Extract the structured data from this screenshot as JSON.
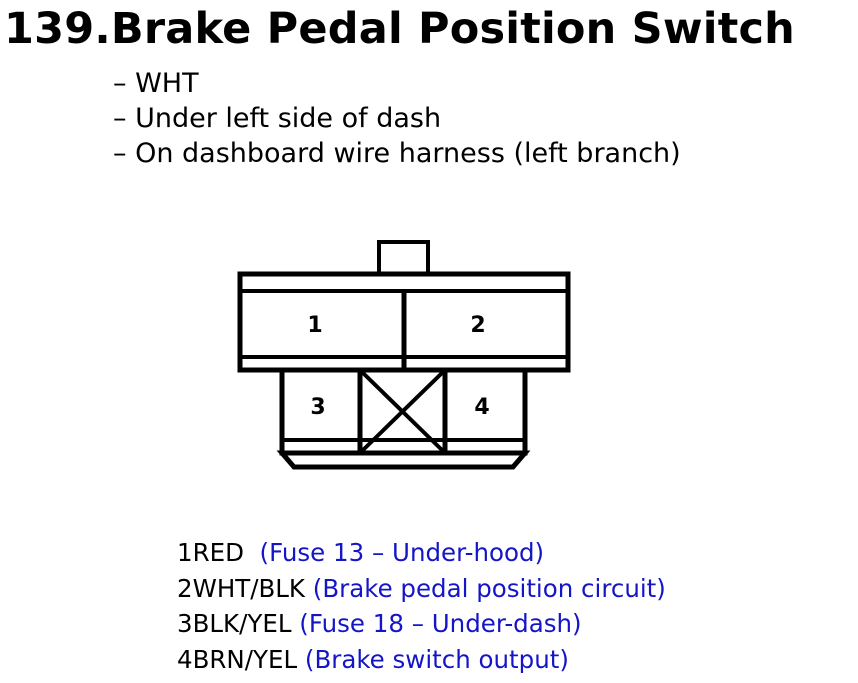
{
  "title": "139.Brake Pedal Position Switch",
  "notes": [
    "WHT",
    "Under left side of dash",
    "On dashboard wire harness (left branch)"
  ],
  "connector": {
    "pins": [
      "1",
      "2",
      "3",
      "4"
    ]
  },
  "legend": [
    {
      "pin": "1",
      "wire": "RED",
      "desc": "(Fuse 13 – Under-hood)"
    },
    {
      "pin": "2",
      "wire": "WHT/BLK",
      "desc": "(Brake pedal position circuit)"
    },
    {
      "pin": "3",
      "wire": "BLK/YEL",
      "desc": "(Fuse 18 – Under-dash)"
    },
    {
      "pin": "4",
      "wire": "BRN/YEL",
      "desc": "(Brake switch output)"
    }
  ],
  "colors": {
    "text": "#000000",
    "description": "#1515c8",
    "outline": "#000000"
  }
}
